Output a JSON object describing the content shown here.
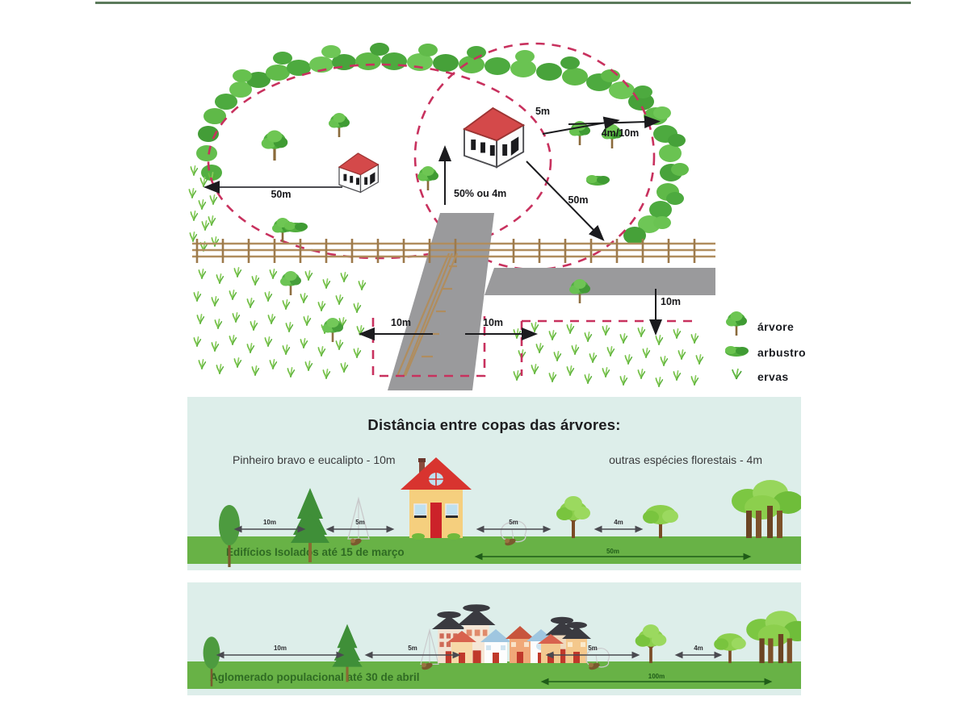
{
  "top_diagram": {
    "name": "fuel-management-aerial-diagram",
    "labels": {
      "left_50m": "50m",
      "roof_5m": "5m",
      "right_4m_10m": "4m/10m",
      "vertical_50pct": "50% ou 4m",
      "diag_50m": "50m",
      "road_left_10m": "10m",
      "road_right_10m": "10m",
      "field_10m": "10m"
    },
    "legend": {
      "items": [
        {
          "icon": "tree-icon",
          "label": "árvore"
        },
        {
          "icon": "shrub-icon",
          "label": "arbustro"
        },
        {
          "icon": "herbs-icon",
          "label": "ervas"
        }
      ]
    },
    "colors": {
      "buffer_dashed": "#c8315e",
      "road": "#9a9a9c",
      "roof": "#d4494a",
      "fence": "#b08d5e",
      "tree_green": "#56b544",
      "grass_green": "#6fbe3f"
    }
  },
  "lower": {
    "title": "Distância entre copas das árvores:",
    "sub_left": "Pinheiro bravo e eucalipto - 10m",
    "sub_right": "outras espécies florestais - 4m",
    "panel1": {
      "ground_label": "Edifícios Isolados até 15 de março",
      "measures": {
        "m1": "10m",
        "m2": "5m",
        "m3": "5m",
        "m4": "4m",
        "m5": "50m"
      }
    },
    "panel2": {
      "ground_label": "Aglomerado populacional até 30 de abril",
      "measures": {
        "m1": "10m",
        "m2": "5m",
        "m3": "5m",
        "m4": "4m",
        "m5": "100m"
      }
    },
    "colors": {
      "sky": "#ddeeea",
      "ground": "#68b246",
      "ground_text": "#2f6b23",
      "house_body": "#f5cf7e",
      "house_roof": "#d8342f",
      "house_door": "#cc2229"
    }
  }
}
